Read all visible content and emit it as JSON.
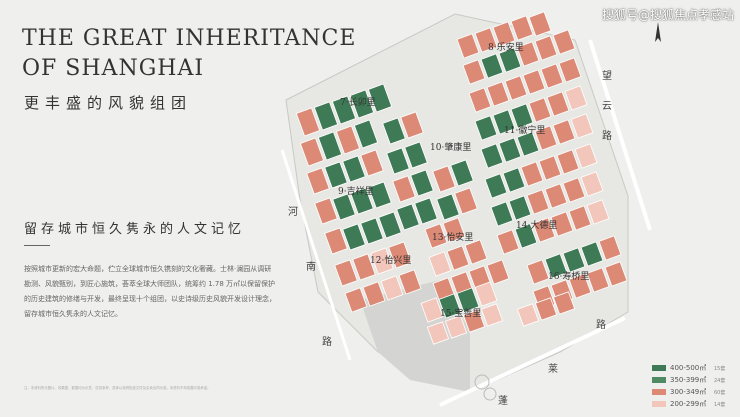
{
  "header": {
    "title_line1": "THE GREAT INHERITANCE",
    "title_line2": "OF SHANGHAI",
    "subtitle": "更丰盛的风貌组团"
  },
  "section": {
    "heading": "留存城市恒久隽永的人文记忆",
    "body": "按照城市更新的宏大命题，伫立全球城市恒久镌刻的文化奢藏。士林·澜园从调研勘测、风貌甄别，到匠心施筑，荟萃全球大师团队，统筹约 1.78 万㎡以保留保护的历史建筑的修缮与开发，最终呈现十个组团，以史诗级历史风貌开发设计理念，留存城市恒久隽永的人文记忆。"
  },
  "watermark": "搜狐号@搜狐焦点孝感站",
  "colors": {
    "green": "#3e7a55",
    "salmon": "#dc8a76",
    "pink": "#f2c6bb",
    "gray": "#cfd0cd",
    "road": "#ffffff"
  },
  "roads": {
    "wangyun": "望云路",
    "he": "河",
    "nan": "南",
    "lu": "路",
    "penglai": "蓬",
    "lai": "莱",
    "lu2": "路"
  },
  "clusters": [
    {
      "label": "7·长卯里"
    },
    {
      "label": "8·乐安里"
    },
    {
      "label": "9·吉祥里"
    },
    {
      "label": "10·肇康里"
    },
    {
      "label": "11·徽宁里"
    },
    {
      "label": "12·怡兴里"
    },
    {
      "label": "13·怡安里"
    },
    {
      "label": "14·大德里"
    },
    {
      "label": "15·宝善里"
    },
    {
      "label": "16·寿桥里"
    }
  ],
  "legend": [
    {
      "range": "400-500㎡",
      "count": "15套",
      "color": "#3e7a55"
    },
    {
      "range": "350-399㎡",
      "count": "24套",
      "color": "#4f8a62"
    },
    {
      "range": "300-349㎡",
      "count": "60套",
      "color": "#dc8a76"
    },
    {
      "range": "200-299㎡",
      "count": "14套",
      "color": "#f2c6bb"
    }
  ],
  "footnote": "注：本资料所示图片、效果图、数据均为示意，仅供参考，具体以政府批准文件及买卖合同为准。本资料不构成要约或承诺。"
}
